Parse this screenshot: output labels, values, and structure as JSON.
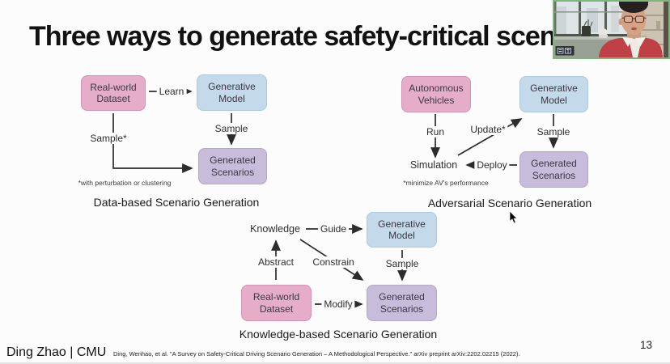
{
  "slide": {
    "title": "Three ways to generate safety-critical scenarios",
    "page_number": "13",
    "presenter": "Ding Zhao | CMU",
    "citation": "Ding, Wenhao, et al. \"A Survey on Safety-Critical Driving Scenario Generation – A Methodological Perspective.\" arXiv preprint arXiv:2202.02215 (2022)."
  },
  "colors": {
    "node_pink": "#e5adc8",
    "node_blue": "#c4daea",
    "node_purple": "#c8bcdb",
    "webcam_border": "#7db67d",
    "arrow": "#2c2c2c"
  },
  "diagram_data_based": {
    "caption": "Data-based Scenario Generation",
    "footnote": "*with perturbation or clustering",
    "nodes": {
      "real_world_dataset": "Real-world Dataset",
      "generative_model": "Generative Model",
      "generated_scenarios": "Generated Scenarios"
    },
    "edges": {
      "learn": "Learn",
      "sample_model": "Sample",
      "sample_dataset": "Sample*"
    }
  },
  "diagram_adversarial": {
    "caption": "Adversarial Scenario Generation",
    "footnote": "*minimize AV's performance",
    "nodes": {
      "autonomous_vehicles": "Autonomous Vehicles",
      "generative_model": "Generative Model",
      "generated_scenarios": "Generated Scenarios",
      "simulation": "Simulation"
    },
    "edges": {
      "run": "Run",
      "update": "Update*",
      "sample": "Sample",
      "deploy": "Deploy"
    }
  },
  "diagram_knowledge": {
    "caption": "Knowledge-based Scenario Generation",
    "nodes": {
      "knowledge": "Knowledge",
      "generative_model": "Generative Model",
      "real_world_dataset": "Real-world Dataset",
      "generated_scenarios": "Generated Scenarios"
    },
    "edges": {
      "guide": "Guide",
      "abstract": "Abstract",
      "constrain": "Constrain",
      "sample": "Sample",
      "modify": "Modify"
    }
  }
}
